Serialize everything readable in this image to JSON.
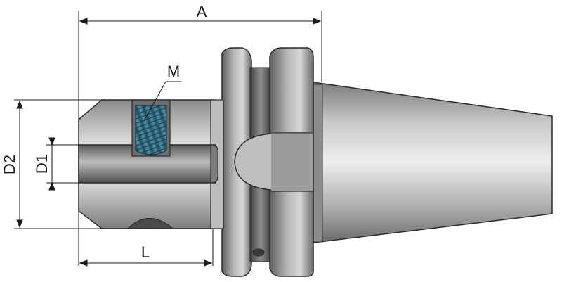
{
  "labels": {
    "A": "A",
    "M": "M",
    "D1": "D1",
    "D2": "D2",
    "L": "L"
  },
  "colors": {
    "metal_light": "#d9d9d9",
    "metal_mid": "#a6a6a6",
    "metal_dark": "#5c5c5c",
    "outline": "#2b2b2b",
    "thread": "#2f6f86",
    "line": "#1a1a1a"
  }
}
